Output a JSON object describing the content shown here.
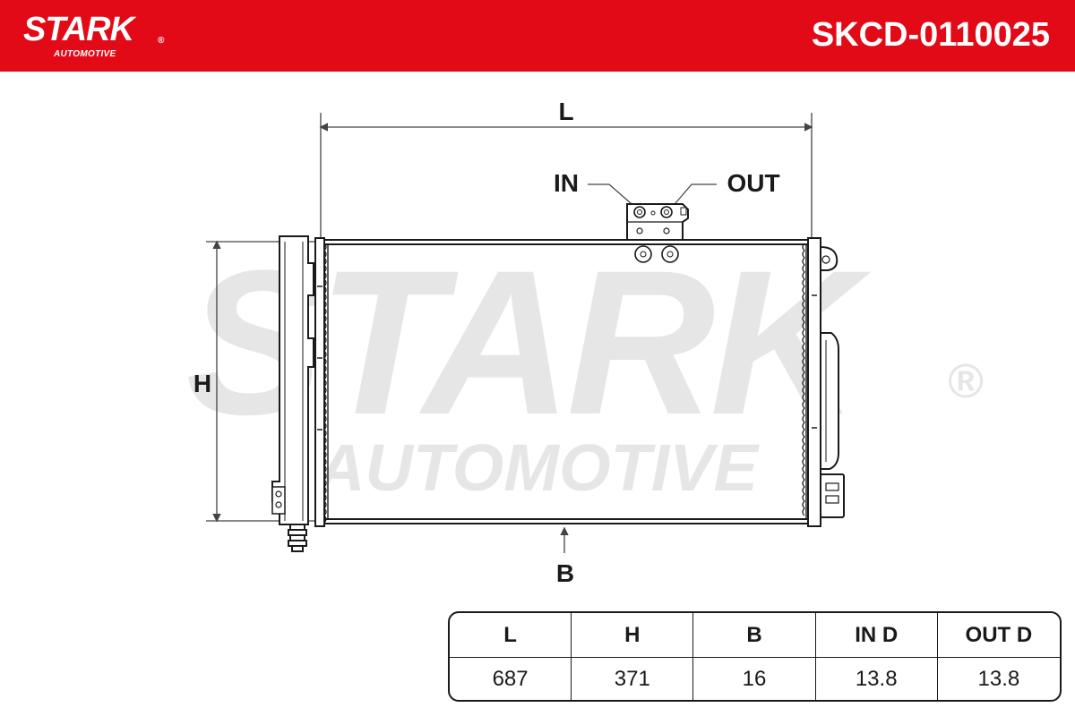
{
  "header": {
    "brand": "STARK",
    "brand_sub": "AUTOMOTIVE",
    "registered": "®",
    "part_number": "SKCD-0110025",
    "color": "#e30a17"
  },
  "watermark": {
    "line1": "STARK",
    "line2": "AUTOMOTIVE",
    "registered": "®"
  },
  "diagram": {
    "length_label": "L",
    "height_label": "H",
    "depth_label": "B",
    "inlet_label": "IN",
    "outlet_label": "OUT"
  },
  "specs": {
    "headers": [
      "L",
      "H",
      "B",
      "IN D",
      "OUT D"
    ],
    "values": [
      "687",
      "371",
      "16",
      "13.8",
      "13.8"
    ]
  }
}
